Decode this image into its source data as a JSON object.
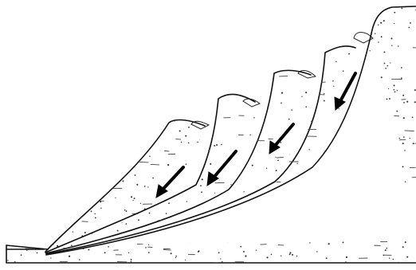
{
  "figure": {
    "background_color": "#ffffff",
    "ink_color": "#111111",
    "blocks": [
      {
        "id": "block-1",
        "has_arrow": true,
        "has_toe_debris": true
      },
      {
        "id": "block-2",
        "has_arrow": true,
        "has_toe_debris": true
      },
      {
        "id": "block-3",
        "has_arrow": true,
        "has_toe_debris": true
      },
      {
        "id": "block-4",
        "has_arrow": true,
        "has_toe_debris": true
      },
      {
        "id": "block-5",
        "has_arrow": false,
        "has_toe_debris": false
      }
    ]
  }
}
